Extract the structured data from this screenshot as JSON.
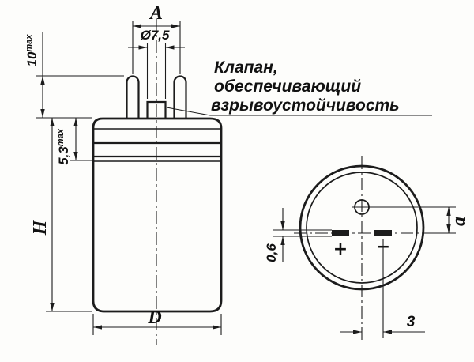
{
  "drawing": {
    "background": "#fdfdfb",
    "line_color": "#1c1c1c"
  },
  "side_view": {
    "dim_terminal_spacing": "A",
    "dim_valve_diameter": "Ø7,5",
    "dim_pin_length": "10",
    "dim_pin_length_suffix": "max",
    "dim_crimp": "5,3",
    "dim_crimp_suffix": "max",
    "dim_height": "H",
    "dim_diameter": "D",
    "valve_callout": [
      "Клапан,",
      "обеспечивающий",
      "взрывоустойчивость"
    ]
  },
  "bottom_view": {
    "dim_terminal_offset": "a",
    "dim_terminal_thickness": "0,6",
    "dim_center_offset": "3",
    "polarity_plus": "+",
    "polarity_minus": "−"
  }
}
